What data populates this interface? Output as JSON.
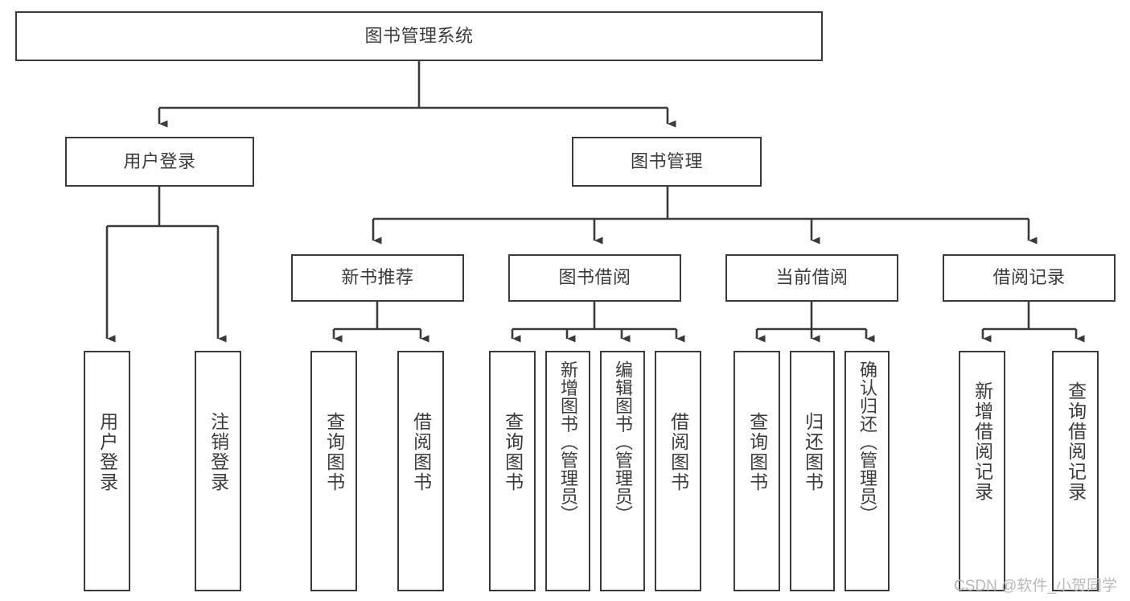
{
  "diagram": {
    "title": "图书管理系统",
    "type": "hierarchy-tree",
    "watermark": "CSDN @软件_小贺同学",
    "colors": {
      "background": "#ffffff",
      "box_border": "#3a3a3a",
      "box_fill": "#ffffff",
      "text": "#3b3b3b",
      "connector": "#3a3a3a",
      "watermark": "#b9b9b9"
    },
    "nodes": {
      "root": {
        "label": "图书管理系统"
      },
      "level2": [
        {
          "id": "user-login",
          "label": "用户登录"
        },
        {
          "id": "book-management",
          "label": "图书管理"
        }
      ],
      "level3": [
        {
          "id": "new-book-recommend",
          "label": "新书推荐"
        },
        {
          "id": "book-borrow",
          "label": "图书借阅"
        },
        {
          "id": "current-borrow",
          "label": "当前借阅"
        },
        {
          "id": "borrow-record",
          "label": "借阅记录"
        }
      ],
      "leaves": {
        "user_login": [
          {
            "id": "leaf-user-login",
            "label": "用户登录"
          },
          {
            "id": "leaf-logout-login",
            "label": "注销登录"
          }
        ],
        "new_book_recommend": [
          {
            "id": "leaf-query-book-1",
            "label": "查询图书"
          },
          {
            "id": "leaf-borrow-book-1",
            "label": "借阅图书"
          }
        ],
        "book_borrow": [
          {
            "id": "leaf-query-book-2",
            "label": "查询图书"
          },
          {
            "id": "leaf-add-book",
            "label": "新增图书（管理员）"
          },
          {
            "id": "leaf-edit-book",
            "label": "编辑图书（管理员）"
          },
          {
            "id": "leaf-borrow-book-2",
            "label": "借阅图书"
          }
        ],
        "current_borrow": [
          {
            "id": "leaf-query-book-3",
            "label": "查询图书"
          },
          {
            "id": "leaf-return-book",
            "label": "归还图书"
          },
          {
            "id": "leaf-confirm-return",
            "label": "确认归还（管理员）"
          }
        ],
        "borrow_record": [
          {
            "id": "leaf-add-record",
            "label": "新增借阅记录"
          },
          {
            "id": "leaf-query-record",
            "label": "查询借阅记录"
          }
        ]
      }
    }
  }
}
